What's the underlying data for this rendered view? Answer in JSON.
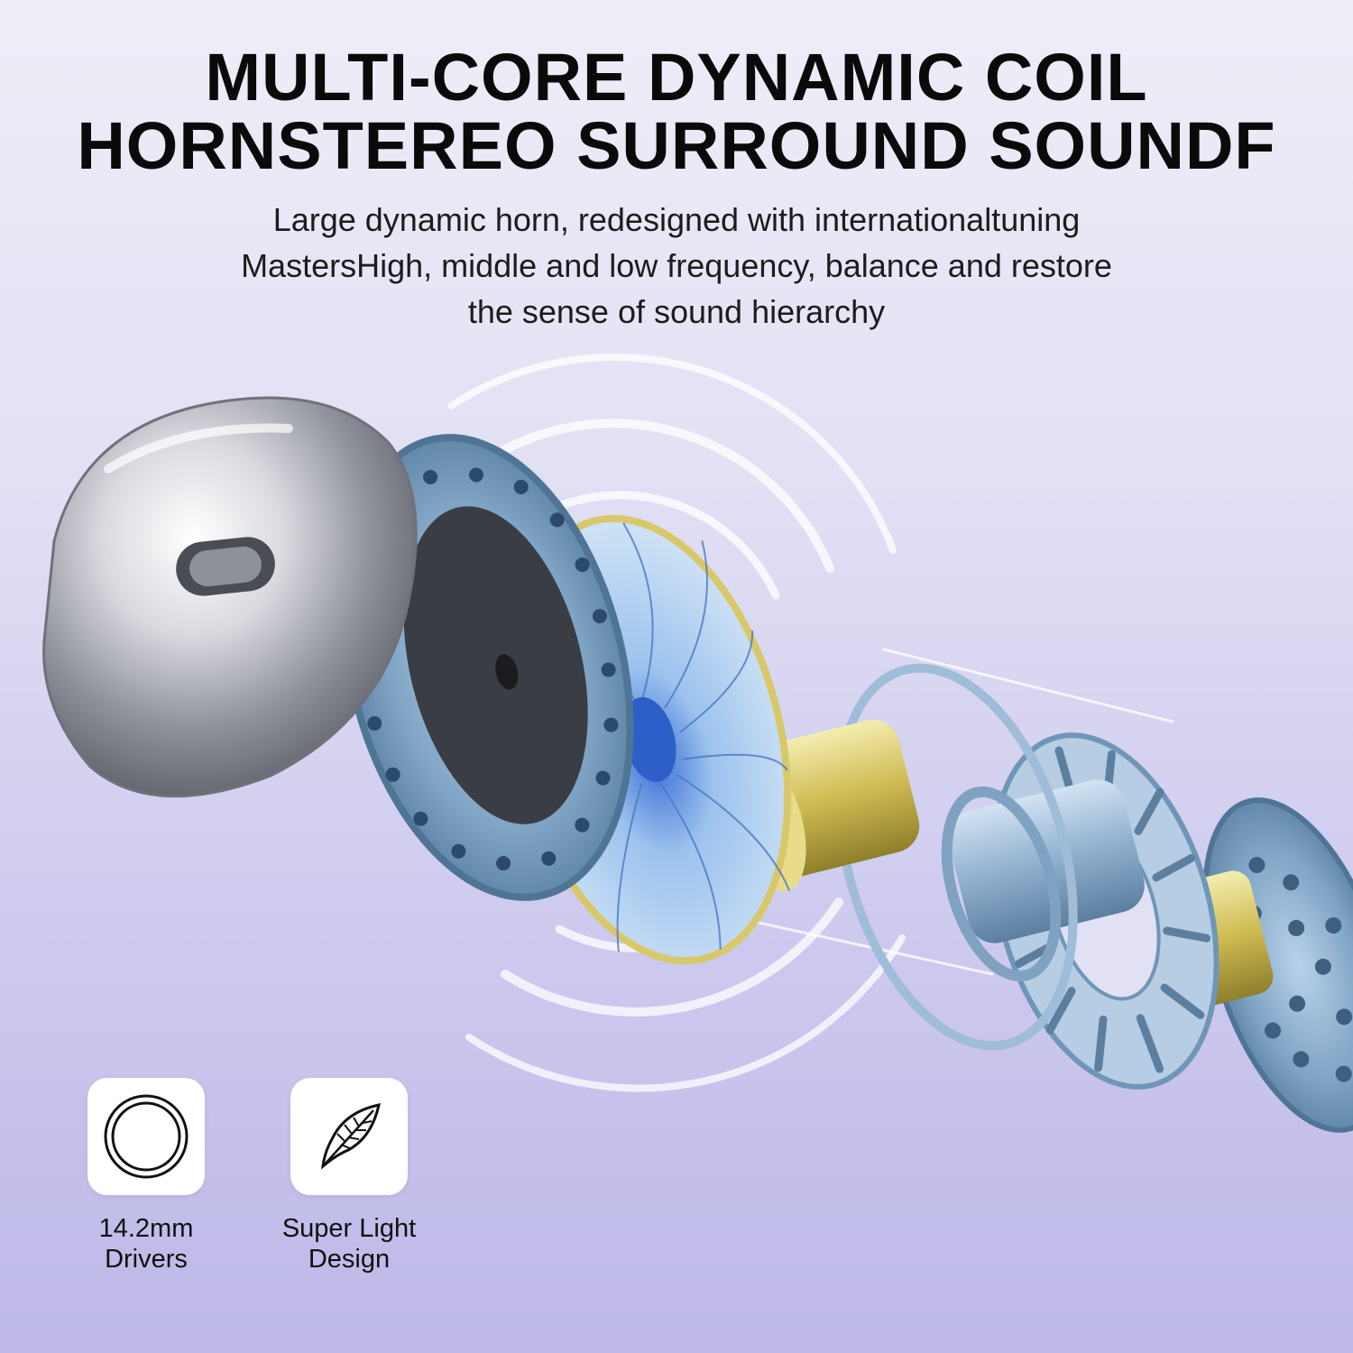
{
  "headline": {
    "line1": "MULTI-CORE DYNAMIC COIL",
    "line2": "HORNSTEREO SURROUND SOUNDF"
  },
  "description": {
    "line1": "Large dynamic horn, redesigned with internationaltuning",
    "line2": "MastersHigh, middle and low frequency, balance and restore",
    "line3": "the sense of sound hierarchy"
  },
  "illustration": {
    "subject": "exploded-earbud-driver-assembly",
    "colors": {
      "shell": "#9a9ca6",
      "driver_ring": "#6f96b8",
      "diaphragm": "#9fc4e8",
      "gold_accent": "#d8c86a",
      "background_top": "#eeeef8",
      "background_bottom": "#bdb8e8"
    }
  },
  "features": [
    {
      "icon": "concentric-circles-icon",
      "line1": "14.2mm",
      "line2": "Drivers"
    },
    {
      "icon": "feather-icon",
      "line1": "Super Light",
      "line2": "Design"
    }
  ]
}
